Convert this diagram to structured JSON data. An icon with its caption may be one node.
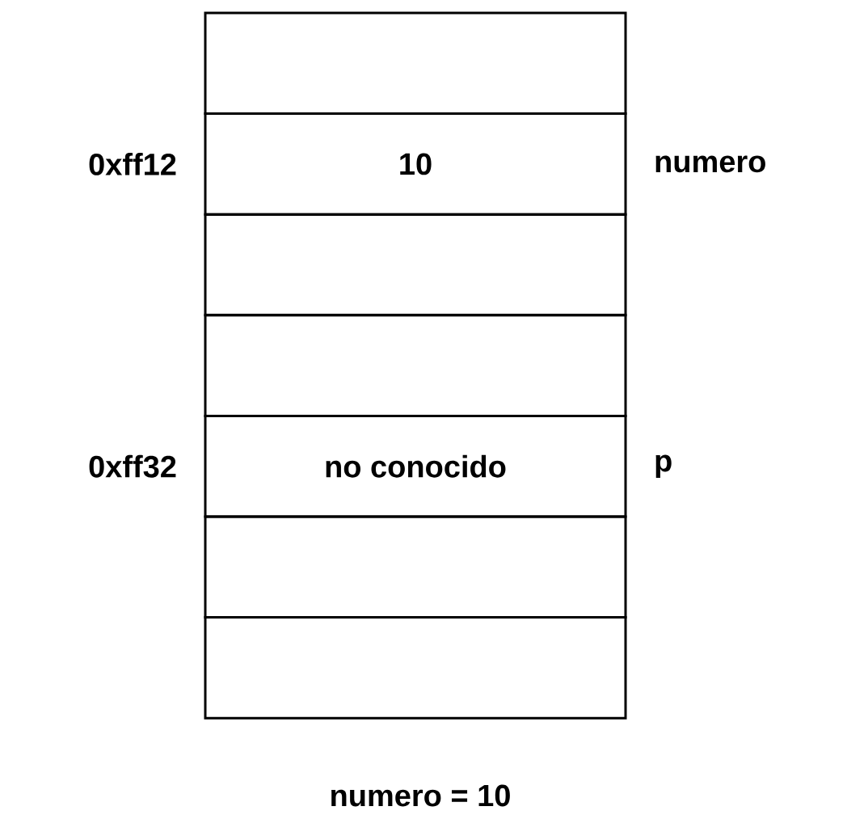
{
  "diagram": {
    "nodes": [
      {
        "text": [],
        "shape": "box"
      },
      {
        "text": [
          "10"
        ],
        "beside": [
          "0xff12",
          "numero"
        ]
      },
      {
        "text": [],
        "shape": "box"
      },
      {
        "text": [],
        "shape": "box"
      },
      {
        "text": [
          "no conocido"
        ],
        "beside": [
          "0xff32",
          "p"
        ]
      },
      {
        "text": [],
        "shape": "box"
      },
      {
        "text": [],
        "shape": "box"
      }
    ],
    "labels": [
      "numero = 10"
    ]
  }
}
